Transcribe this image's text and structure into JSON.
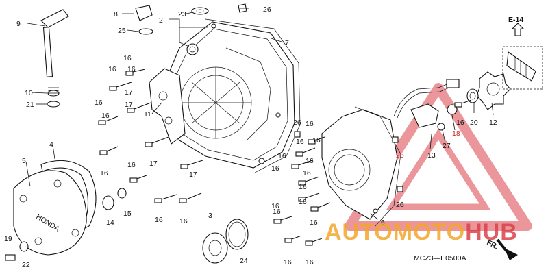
{
  "ref": {
    "section": "E-14",
    "code": "MCZ3—E0500A",
    "front_label": "FR.",
    "cover_logo": "HONDA"
  },
  "watermark": {
    "auto": "AUTO",
    "moto": "MOTO",
    "hub": "HUB",
    "color_orange": "#f3a62c",
    "color_red": "#d9424a"
  },
  "callouts": [
    "2",
    "3",
    "4",
    "5",
    "6",
    "7",
    "8",
    "9",
    "10",
    "11",
    "12",
    "13",
    "14",
    "15",
    "16",
    "16",
    "16",
    "16",
    "16",
    "16",
    "16",
    "16",
    "16",
    "16",
    "16",
    "16",
    "16",
    "16",
    "16",
    "16",
    "16",
    "16",
    "16",
    "16",
    "16",
    "16",
    "16",
    "16",
    "17",
    "17",
    "17",
    "17",
    "18",
    "19",
    "20",
    "21",
    "22",
    "23",
    "24",
    "25",
    "26",
    "26",
    "26",
    "26",
    "26",
    "27"
  ]
}
